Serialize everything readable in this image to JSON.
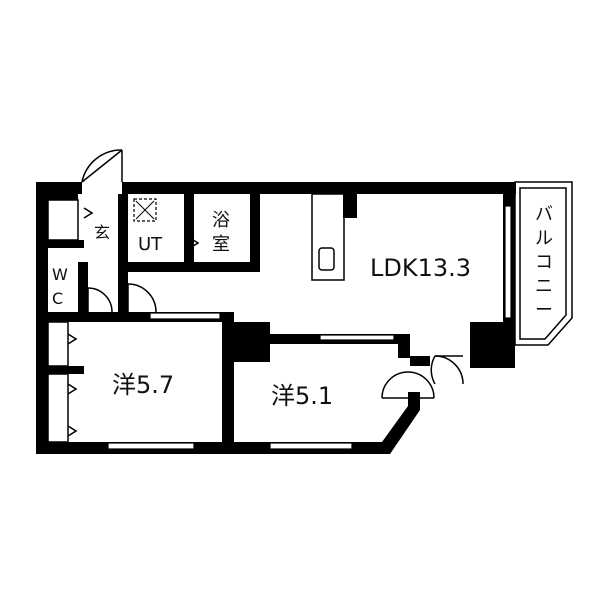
{
  "rooms": {
    "ldk": "LDK13.3",
    "western_1": "洋5.7",
    "western_2": "洋5.1",
    "unit_bath": "UT",
    "bath_line1": "浴",
    "bath_line2": "室",
    "entrance": "玄",
    "wc_line1": "W",
    "wc_line2": "C"
  },
  "balcony": {
    "label_chars": [
      "バ",
      "ル",
      "コ",
      "ニ",
      "ー"
    ]
  }
}
